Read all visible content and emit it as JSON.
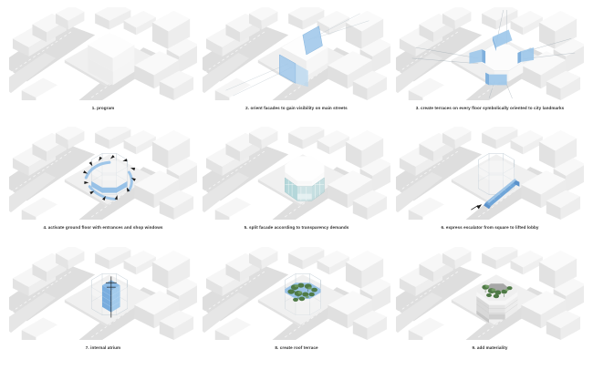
{
  "sheet": {
    "title": "architectural concept diagram series",
    "panel_count": 9,
    "background": "#ffffff",
    "caption_color": "#2f2f2f"
  },
  "palette": {
    "context_light": "#f2f2f2",
    "context_mid": "#e4e4e4",
    "context_shadow": "#d8d8d8",
    "street": "#dcdcdc",
    "street_dark": "#cfcfcf",
    "building_white": "#fbfbfb",
    "building_face": "#ededed",
    "accent_blue": "#7fb2e0",
    "accent_blue_deep": "#4f8fd0",
    "accent_blue_pale": "#bcd9f2",
    "accent_teal": "#9fd0d4",
    "accent_green": "#4f7a46",
    "accent_green_light": "#7aa06a",
    "arrow_black": "#1a1a1a",
    "line_grey": "#b8b8b8"
  },
  "panels": [
    {
      "index": "1",
      "caption": "1. program",
      "name": "panel-program",
      "motif": "solid white extruded block on city plot"
    },
    {
      "index": "2",
      "caption": "2. orient facades to gain visibility on main streets",
      "name": "panel-orient-facades",
      "motif": "two tilted blue facade planes carved into block"
    },
    {
      "index": "3",
      "caption": "3. create terraces on every floor symbolically oriented to city landmarks",
      "name": "panel-create-terraces",
      "motif": "faceted volume with blue terrace wedges and sightlines to landmarks"
    },
    {
      "index": "4",
      "caption": "4. activate ground floor with entrances and shop windows",
      "name": "panel-activate-ground-floor",
      "motif": "blue ground-floor band with black entrance arrows pointing inward"
    },
    {
      "index": "5",
      "caption": "5. split facade according to transparency demands",
      "name": "panel-split-facade",
      "motif": "white upper mass over teal glazed lower facade panels"
    },
    {
      "index": "6",
      "caption": "6. express escalator from square to lifted lobby",
      "name": "panel-express-escalator",
      "motif": "blue diagonal escalator tube from plaza to lobby with arrow"
    },
    {
      "index": "7",
      "caption": "7. internal atrium",
      "name": "panel-internal-atrium",
      "motif": "blue vertical atrium core inside transparent volume"
    },
    {
      "index": "8",
      "caption": "8. create roof terrace",
      "name": "panel-create-roof-terrace",
      "motif": "green tree canopies over blue roof terrace surface"
    },
    {
      "index": "9",
      "caption": "9. add materiality",
      "name": "panel-add-materiality",
      "motif": "finished grey-clad massing with rooftop planting"
    }
  ]
}
